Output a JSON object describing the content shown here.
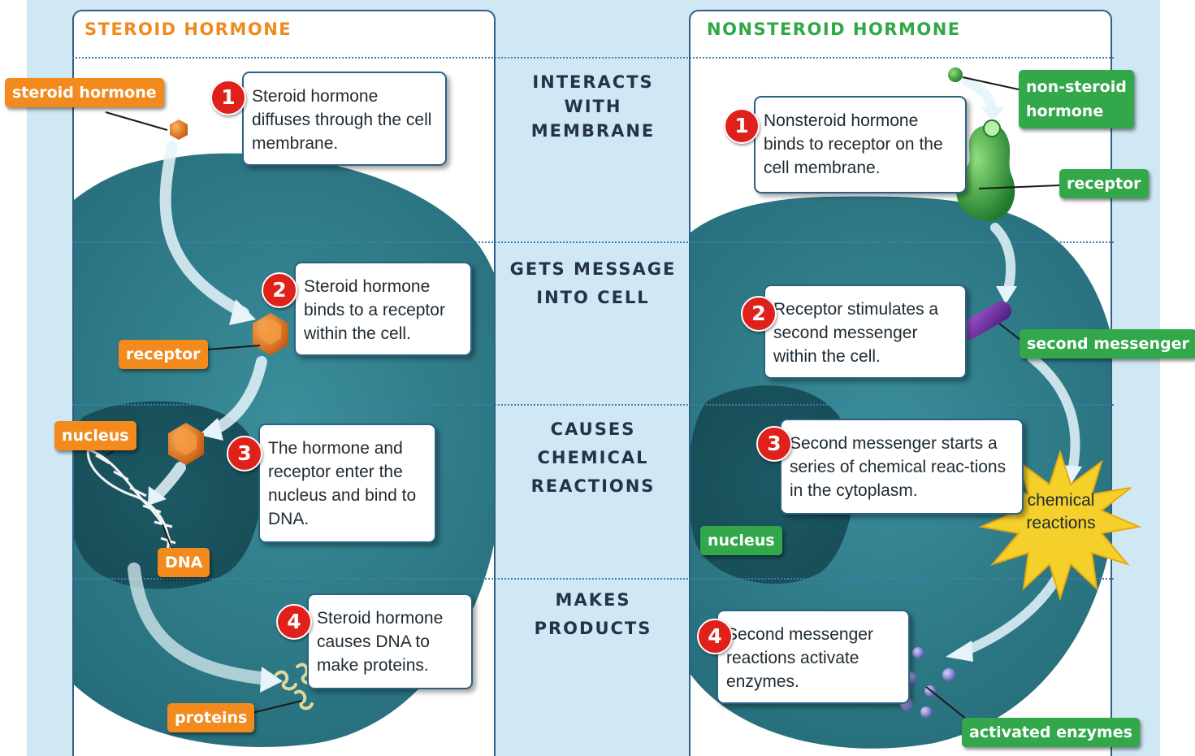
{
  "steroid": {
    "title": "STEROID HORMONE",
    "steps": [
      {
        "num": "1",
        "text": "Steroid hormone diffuses through the cell membrane."
      },
      {
        "num": "2",
        "text": "Steroid hormone binds to a receptor within the cell."
      },
      {
        "num": "3",
        "text": "The hormone and receptor enter the nucleus and bind to DNA."
      },
      {
        "num": "4",
        "text": "Steroid hormone causes DNA to make proteins."
      }
    ],
    "labels": {
      "hormone": "steroid hormone",
      "receptor": "receptor",
      "nucleus": "nucleus",
      "dna": "DNA",
      "proteins": "proteins"
    }
  },
  "stages": [
    "INTERACTS\nWITH\nMEMBRANE",
    "GETS MESSAGE\nINTO CELL",
    "CAUSES\nCHEMICAL\nREACTIONS",
    "MAKES\nPRODUCTS"
  ],
  "nonsteroid": {
    "title": "NONSTEROID HORMONE",
    "steps": [
      {
        "num": "1",
        "text": "Nonsteroid hormone binds to receptor on the cell membrane."
      },
      {
        "num": "2",
        "text": "Receptor stimulates a second messenger within the cell."
      },
      {
        "num": "3",
        "text": "Second messenger starts a series of chemical reac-tions in the cytoplasm."
      },
      {
        "num": "4",
        "text": "Second messenger reactions activate enzymes."
      }
    ],
    "labels": {
      "hormone": "non-steroid\nhormone",
      "receptor": "receptor",
      "second_messenger": "second messenger",
      "nucleus": "nucleus",
      "chemical_reactions": "chemical\nreactions",
      "activated_enzymes": "activated enzymes"
    }
  },
  "colors": {
    "steroid_accent": "#f08a1e",
    "nonsteroid_accent": "#2fa845",
    "step_number": "#e0201b",
    "cell": "#2f7f8c",
    "nucleus": "#205f6c",
    "background": "#cfe8f3"
  }
}
